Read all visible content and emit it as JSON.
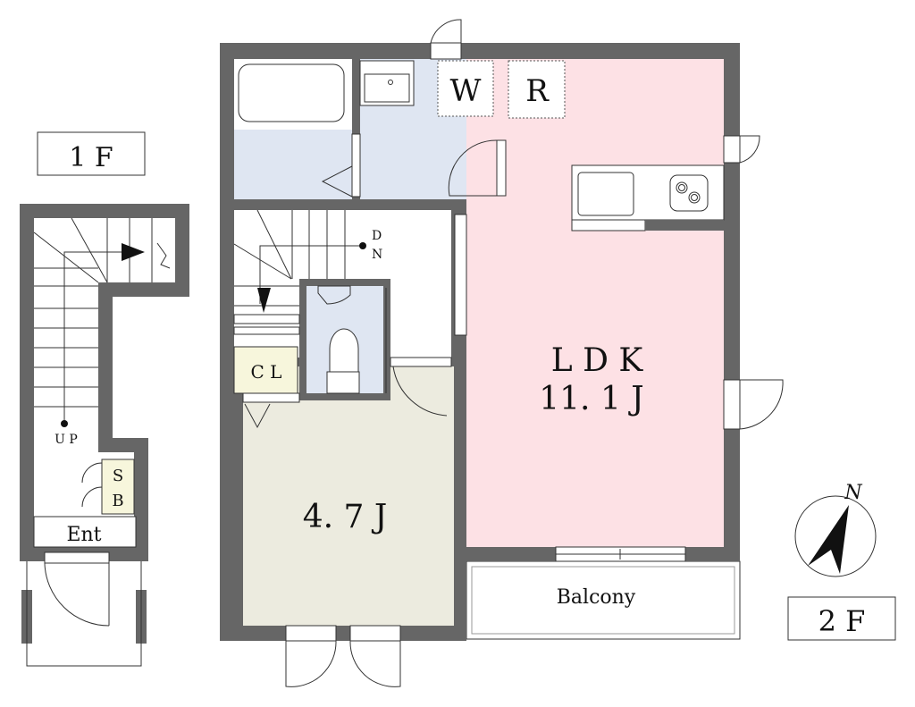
{
  "floor_labels": {
    "first": "1 F",
    "second": "2 F"
  },
  "rooms": {
    "ldk": {
      "name": "L D K",
      "size": "11. 1 J"
    },
    "bedroom": {
      "size": "4. 7 J"
    },
    "closet": "C L",
    "balcony": "Balcony",
    "entrance": "Ent",
    "shoe_box": [
      "S",
      "B"
    ],
    "washer": "W",
    "fridge": "R"
  },
  "stairs": {
    "down": [
      "D",
      "N"
    ],
    "up": "U P"
  },
  "compass": {
    "north": "N"
  },
  "colors": {
    "wall": "#666666",
    "ldk": "#fde1e5",
    "wet": "#dfe6f2",
    "bedroom": "#ecebdf",
    "closet": "#f7f6dc"
  }
}
